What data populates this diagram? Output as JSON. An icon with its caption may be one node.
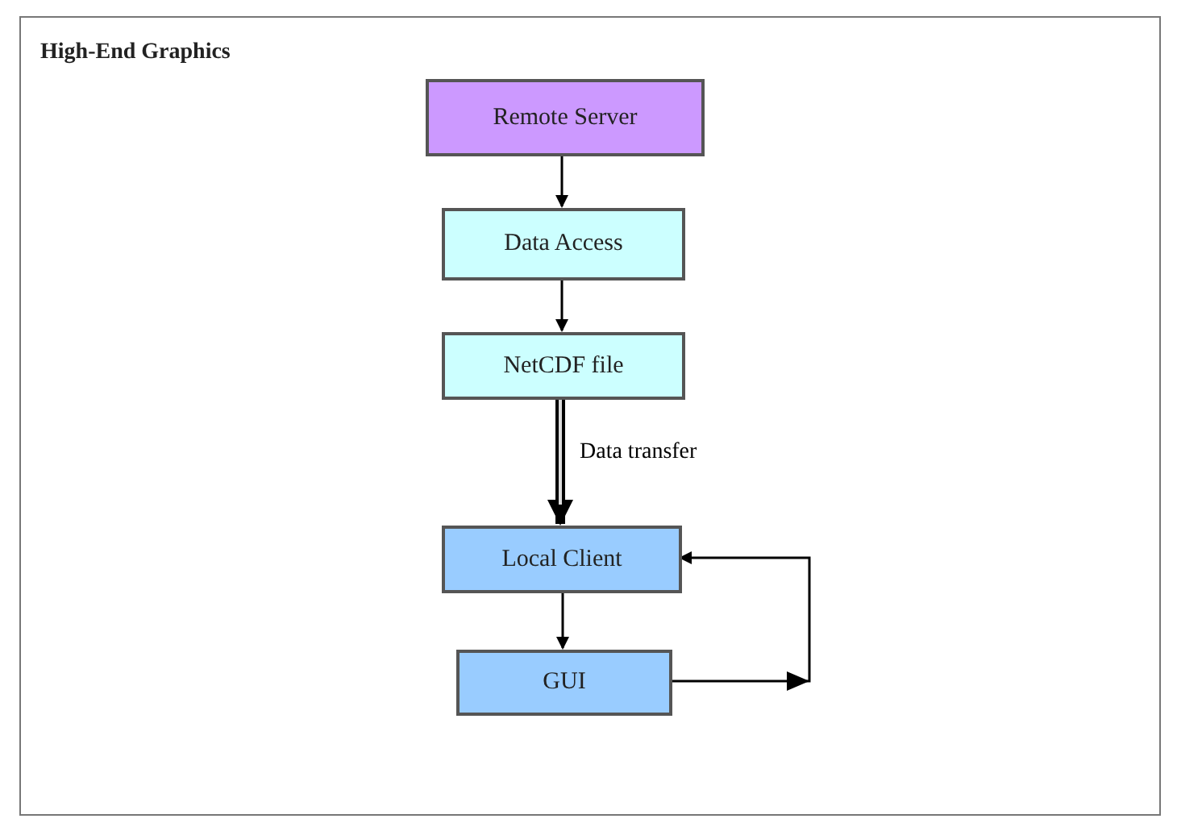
{
  "diagram": {
    "nodes": [
      {
        "text": [
          "High-End Graphics"
        ]
      },
      {
        "text": [
          "Remote Server"
        ],
        "in": 0
      },
      {
        "text": [
          "Data Access"
        ],
        "in": 0
      },
      {
        "text": [
          "NetCDF file"
        ],
        "in": 0
      },
      {
        "text": [
          "Local Client"
        ],
        "in": 0
      },
      {
        "text": [
          "GUI"
        ],
        "in": 0
      }
    ],
    "edges": [
      {
        "from": 1,
        "to": 2,
        "arrow": "to"
      },
      {
        "from": 2,
        "to": 3,
        "arrow": "to"
      },
      {
        "from": 3,
        "to": 4,
        "arrow": "to",
        "label": "Data transfer",
        "style": "thick"
      },
      {
        "from": 4,
        "to": 5,
        "arrow": "to"
      },
      {
        "from": 5,
        "to": 4,
        "arrow": "to"
      }
    ]
  }
}
